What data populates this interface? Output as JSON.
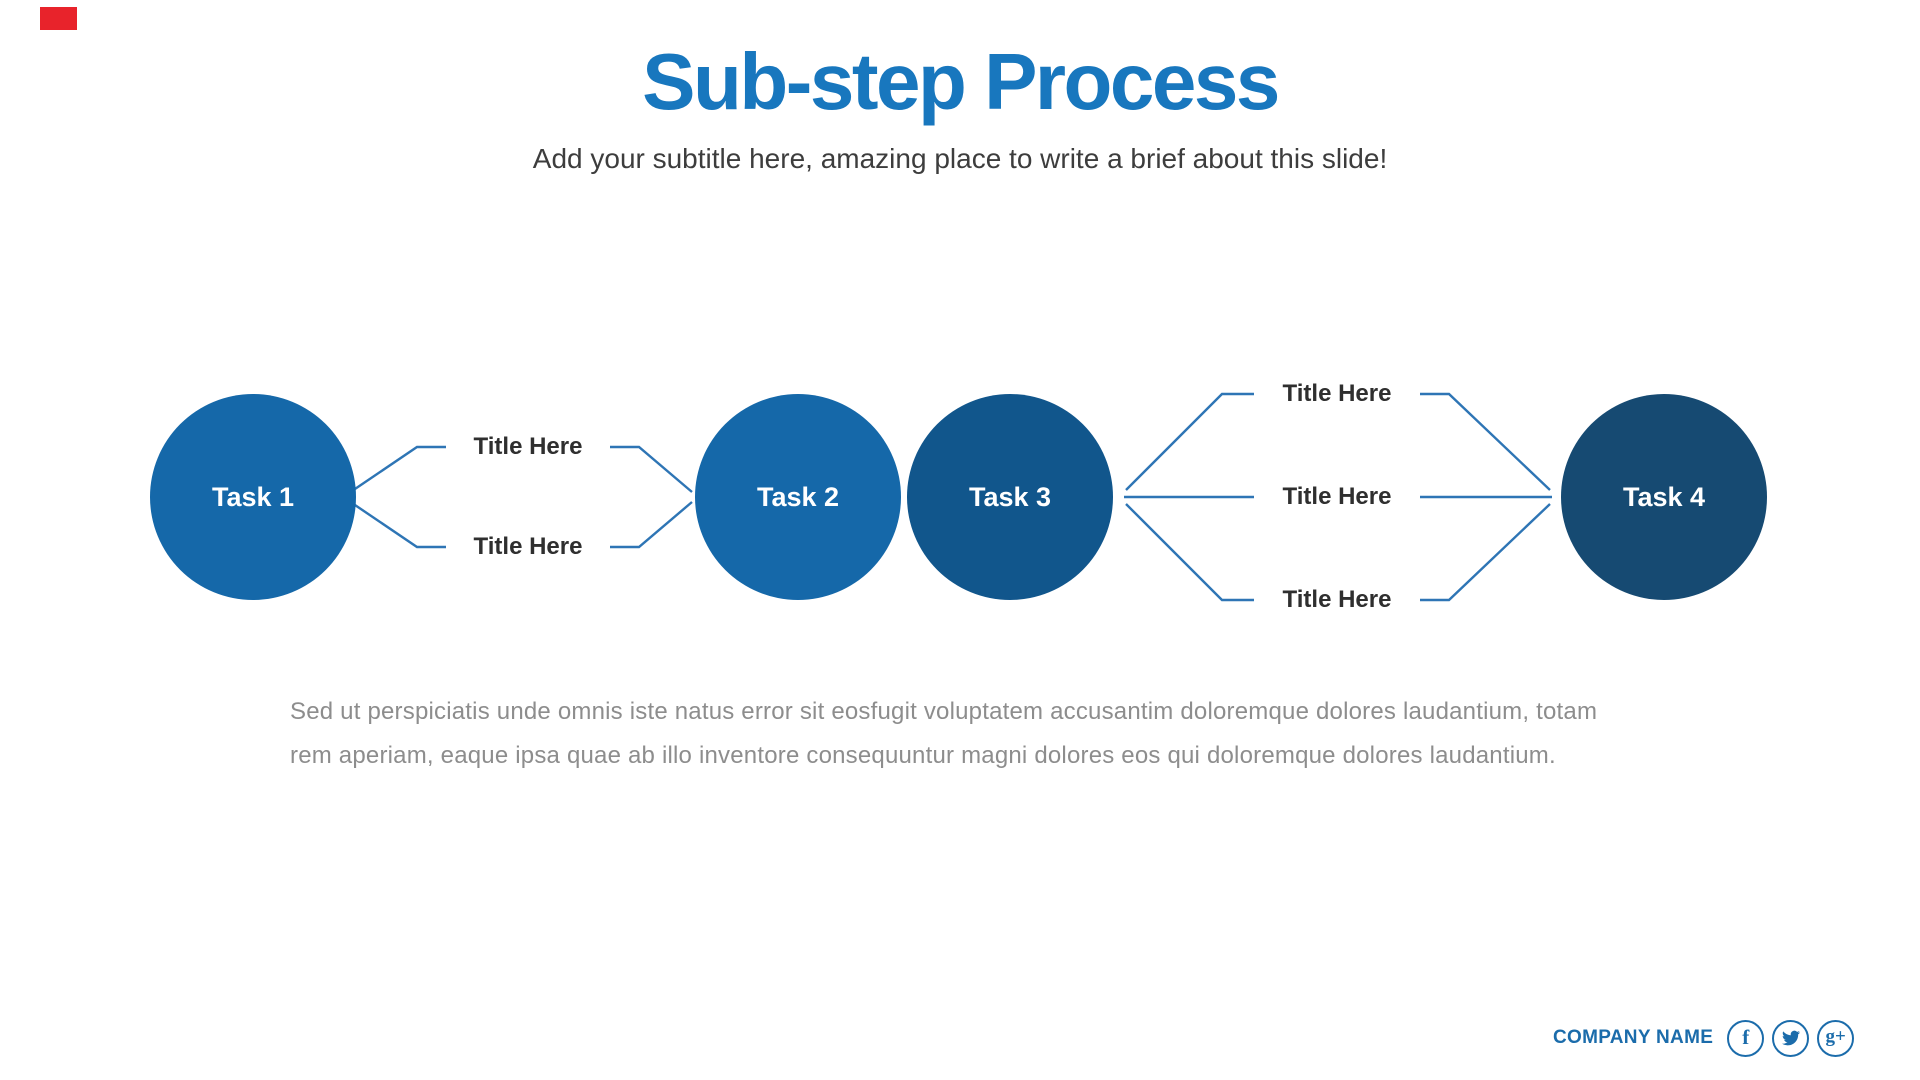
{
  "slide": {
    "title": "Sub-step Process",
    "subtitle": "Add your subtitle here, amazing place to write a brief about this slide!"
  },
  "process": {
    "tasks": [
      {
        "label": "Task 1",
        "color": "#1568A9"
      },
      {
        "label": "Task 2",
        "color": "#1568A9"
      },
      {
        "label": "Task 3",
        "color": "#11568C"
      },
      {
        "label": "Task 4",
        "color": "#164A72"
      }
    ],
    "substep_labels": {
      "between_task1_task2": [
        "Title Here",
        "Title Here"
      ],
      "between_task3_task4": [
        "Title Here",
        "Title Here",
        "Title Here"
      ]
    },
    "connector_color": "#2E75B5"
  },
  "body_text": {
    "lines": [
      "Sed ut perspiciatis unde omnis iste natus error sit eosfugit voluptatem accusantim doloremque dolores laudantium, totam",
      "rem aperiam, eaque ipsa quae ab illo inventore consequuntur magni dolores eos qui doloremque dolores laudantium."
    ]
  },
  "footer": {
    "company_name": "COMPANY NAME",
    "social_icons": [
      "facebook",
      "twitter",
      "google-plus"
    ],
    "facebook_glyph": "f",
    "gplus_glyph": "g+",
    "color": "#1B6CAB"
  },
  "colors": {
    "title_blue": "#1877BE",
    "subtitle_gray": "#3D3D3D",
    "substep_label_dark": "#2F2F2F",
    "paragraph_gray": "#8D8D8D",
    "red_marker": "#E8232B",
    "background": "#FFFFFF"
  }
}
